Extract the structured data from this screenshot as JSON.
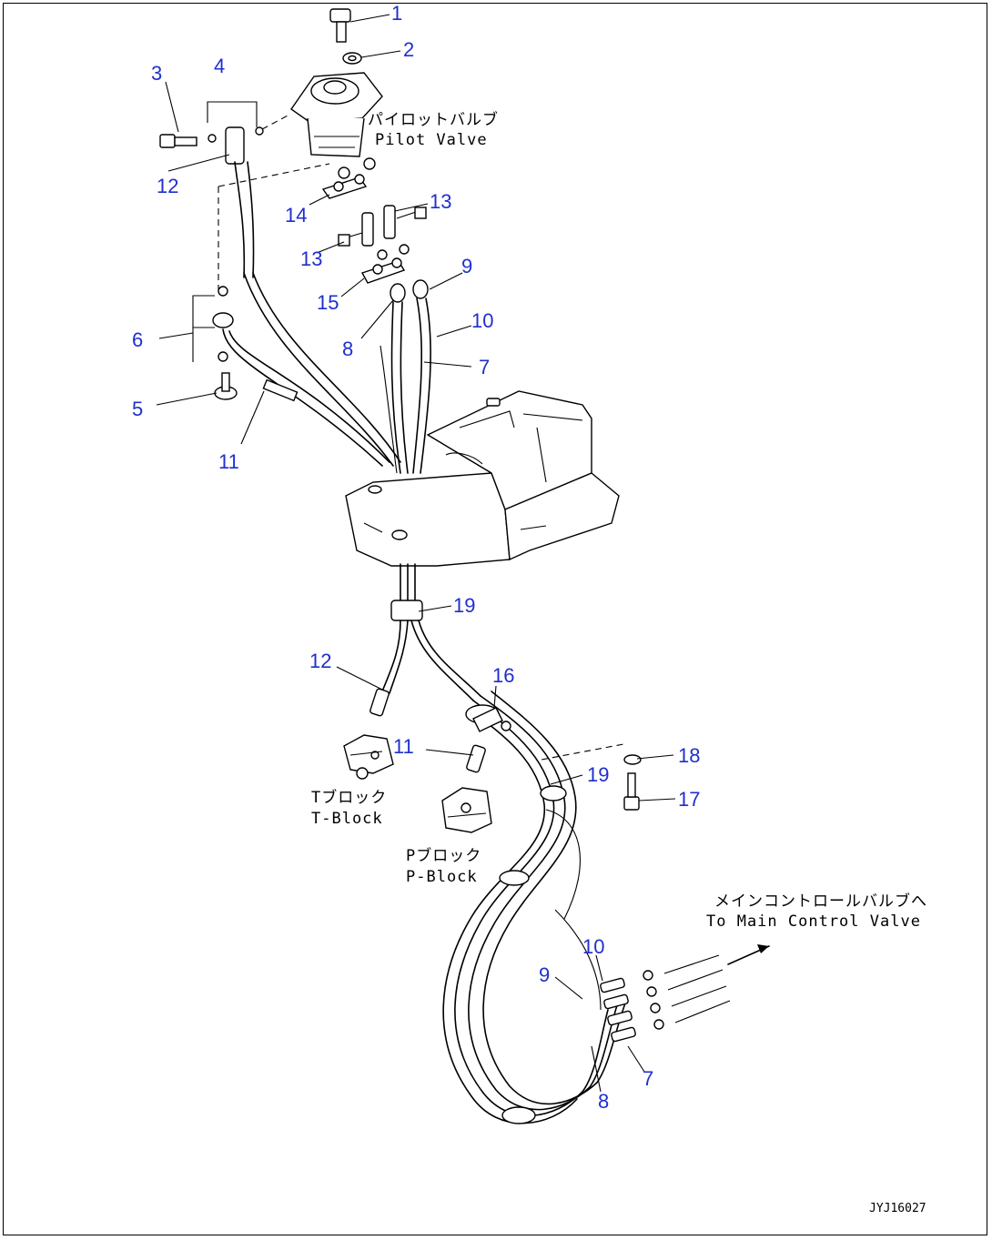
{
  "callouts": {
    "c1": "1",
    "c2": "2",
    "c3": "3",
    "c4": "4",
    "c5": "5",
    "c6": "6",
    "c7a": "7",
    "c7b": "7",
    "c8a": "8",
    "c8b": "8",
    "c9a": "9",
    "c9b": "9",
    "c10a": "10",
    "c10b": "10",
    "c11a": "11",
    "c11b": "11",
    "c12a": "12",
    "c12b": "12",
    "c13a": "13",
    "c13b": "13",
    "c14": "14",
    "c15": "15",
    "c16": "16",
    "c17": "17",
    "c18": "18",
    "c19a": "19",
    "c19b": "19"
  },
  "labels": {
    "pilot_valve_jp": "パイロットバルブ",
    "pilot_valve_en": "Pilot Valve",
    "t_block_jp": "Tブロック",
    "t_block_en": "T-Block",
    "p_block_jp": "Pブロック",
    "p_block_en": "P-Block",
    "main_cv_jp": "メインコントロールバルブへ",
    "main_cv_en": "To Main Control Valve"
  },
  "drawing_code": "JYJ16027",
  "colors": {
    "callout": "#1f2fd0",
    "line": "#000000",
    "background": "#ffffff"
  }
}
